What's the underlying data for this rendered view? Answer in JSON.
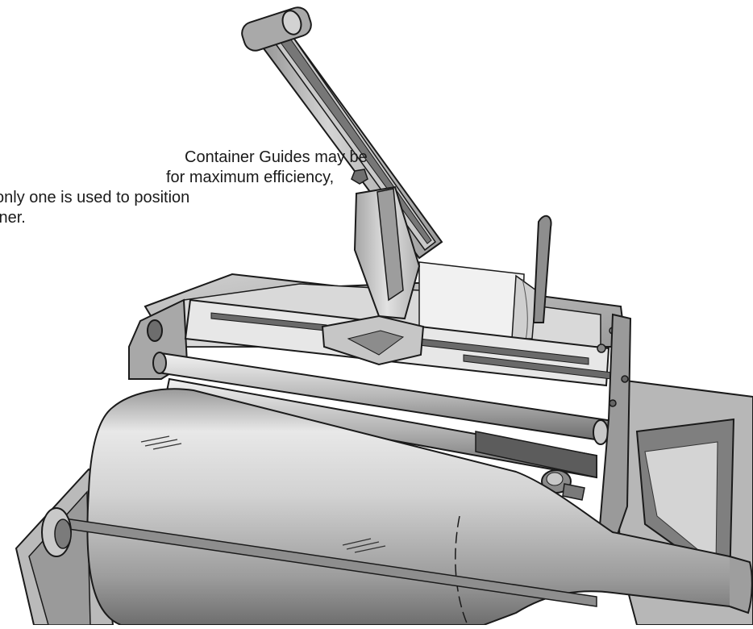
{
  "caption": {
    "line1": "Container Guides may be",
    "line2": "for maximum efficiency,",
    "line3": "only one is used to position",
    "line4": "iner."
  },
  "palette": {
    "ink": "#1a1a1a",
    "metal_light": "#e6e6e6",
    "metal_mid": "#bdbdbd",
    "metal_dark": "#7d7d7d",
    "shadow": "#4a4a4a"
  }
}
